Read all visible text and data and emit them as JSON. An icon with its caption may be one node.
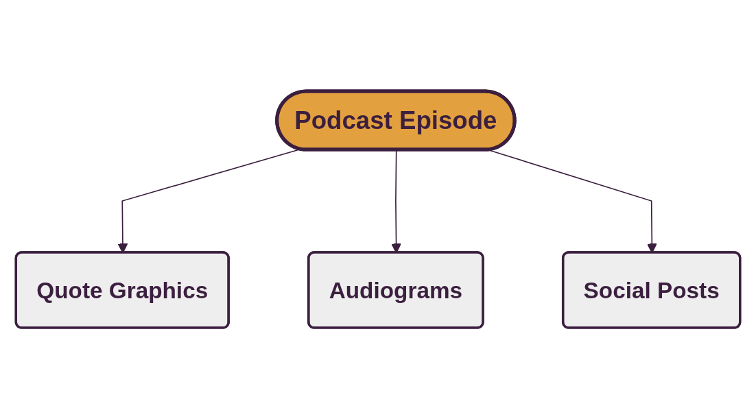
{
  "diagram": {
    "nodes": [
      {
        "text": [
          "Podcast Episode"
        ]
      },
      {
        "text": [
          "Quote Graphics"
        ]
      },
      {
        "text": [
          "Audiograms"
        ]
      },
      {
        "text": [
          "Social Posts"
        ]
      }
    ],
    "edges": [
      {
        "from": 0,
        "to": 1,
        "arrow": "to"
      },
      {
        "from": 0,
        "to": 2,
        "arrow": "to"
      },
      {
        "from": 0,
        "to": 3,
        "arrow": "to"
      }
    ]
  }
}
